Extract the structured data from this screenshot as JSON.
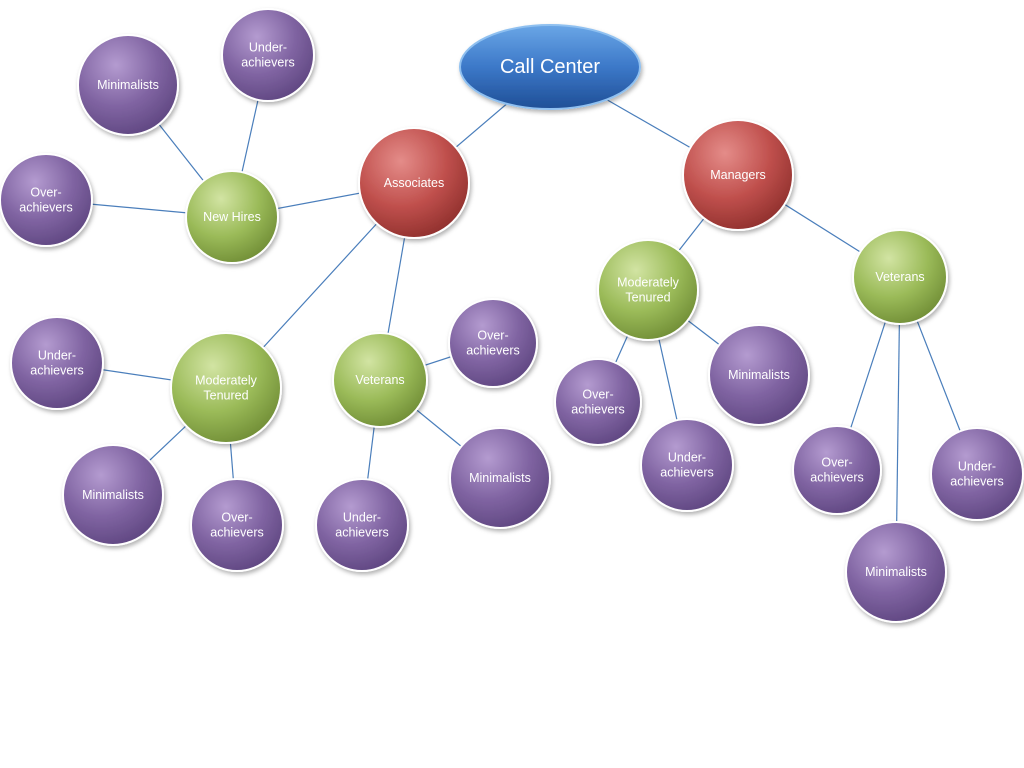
{
  "diagram": {
    "colors": {
      "root": "#3c78c8",
      "manager": "#c0504d",
      "group": "#9bbb59",
      "leaf": "#8064a2",
      "edge": "#4a7ebb"
    },
    "nodes": {
      "root": {
        "label": "Call Center",
        "kind": "root"
      },
      "associates": {
        "label": "Associates",
        "kind": "manager"
      },
      "managers": {
        "label": "Managers",
        "kind": "manager"
      },
      "assoc_new_hires": {
        "label": "New Hires",
        "kind": "group"
      },
      "assoc_moderately_tenured": {
        "label": "Moderately Tenured",
        "kind": "group"
      },
      "assoc_veterans": {
        "label": "Veterans",
        "kind": "group"
      },
      "mgr_moderately_tenured": {
        "label": "Moderately Tenured",
        "kind": "group"
      },
      "mgr_veterans": {
        "label": "Veterans",
        "kind": "group"
      },
      "nh_minimalists": {
        "label": "Minimalists",
        "kind": "leaf"
      },
      "nh_under_achievers": {
        "label": "Under-achievers",
        "kind": "leaf"
      },
      "nh_over_achievers": {
        "label": "Over-achievers",
        "kind": "leaf"
      },
      "amt_under_achievers": {
        "label": "Under-achievers",
        "kind": "leaf"
      },
      "amt_minimalists": {
        "label": "Minimalists",
        "kind": "leaf"
      },
      "amt_over_achievers": {
        "label": "Over-achievers",
        "kind": "leaf"
      },
      "av_over_achievers": {
        "label": "Over-achievers",
        "kind": "leaf"
      },
      "av_minimalists": {
        "label": "Minimalists",
        "kind": "leaf"
      },
      "av_under_achievers": {
        "label": "Under-achievers",
        "kind": "leaf"
      },
      "mmt_over_achievers": {
        "label": "Over-achievers",
        "kind": "leaf"
      },
      "mmt_under_achievers": {
        "label": "Under-achievers",
        "kind": "leaf"
      },
      "mmt_minimalists": {
        "label": "Minimalists",
        "kind": "leaf"
      },
      "mv_over_achievers": {
        "label": "Over-achievers",
        "kind": "leaf"
      },
      "mv_minimalists": {
        "label": "Minimalists",
        "kind": "leaf"
      },
      "mv_under_achievers": {
        "label": "Under-achievers",
        "kind": "leaf"
      }
    },
    "edges": [
      [
        "root",
        "associates"
      ],
      [
        "root",
        "managers"
      ],
      [
        "associates",
        "assoc_new_hires"
      ],
      [
        "associates",
        "assoc_moderately_tenured"
      ],
      [
        "associates",
        "assoc_veterans"
      ],
      [
        "managers",
        "mgr_moderately_tenured"
      ],
      [
        "managers",
        "mgr_veterans"
      ],
      [
        "assoc_new_hires",
        "nh_minimalists"
      ],
      [
        "assoc_new_hires",
        "nh_under_achievers"
      ],
      [
        "assoc_new_hires",
        "nh_over_achievers"
      ],
      [
        "assoc_moderately_tenured",
        "amt_under_achievers"
      ],
      [
        "assoc_moderately_tenured",
        "amt_minimalists"
      ],
      [
        "assoc_moderately_tenured",
        "amt_over_achievers"
      ],
      [
        "assoc_veterans",
        "av_over_achievers"
      ],
      [
        "assoc_veterans",
        "av_minimalists"
      ],
      [
        "assoc_veterans",
        "av_under_achievers"
      ],
      [
        "mgr_moderately_tenured",
        "mmt_over_achievers"
      ],
      [
        "mgr_moderately_tenured",
        "mmt_under_achievers"
      ],
      [
        "mgr_moderately_tenured",
        "mmt_minimalists"
      ],
      [
        "mgr_veterans",
        "mv_over_achievers"
      ],
      [
        "mgr_veterans",
        "mv_minimalists"
      ],
      [
        "mgr_veterans",
        "mv_under_achievers"
      ]
    ]
  }
}
